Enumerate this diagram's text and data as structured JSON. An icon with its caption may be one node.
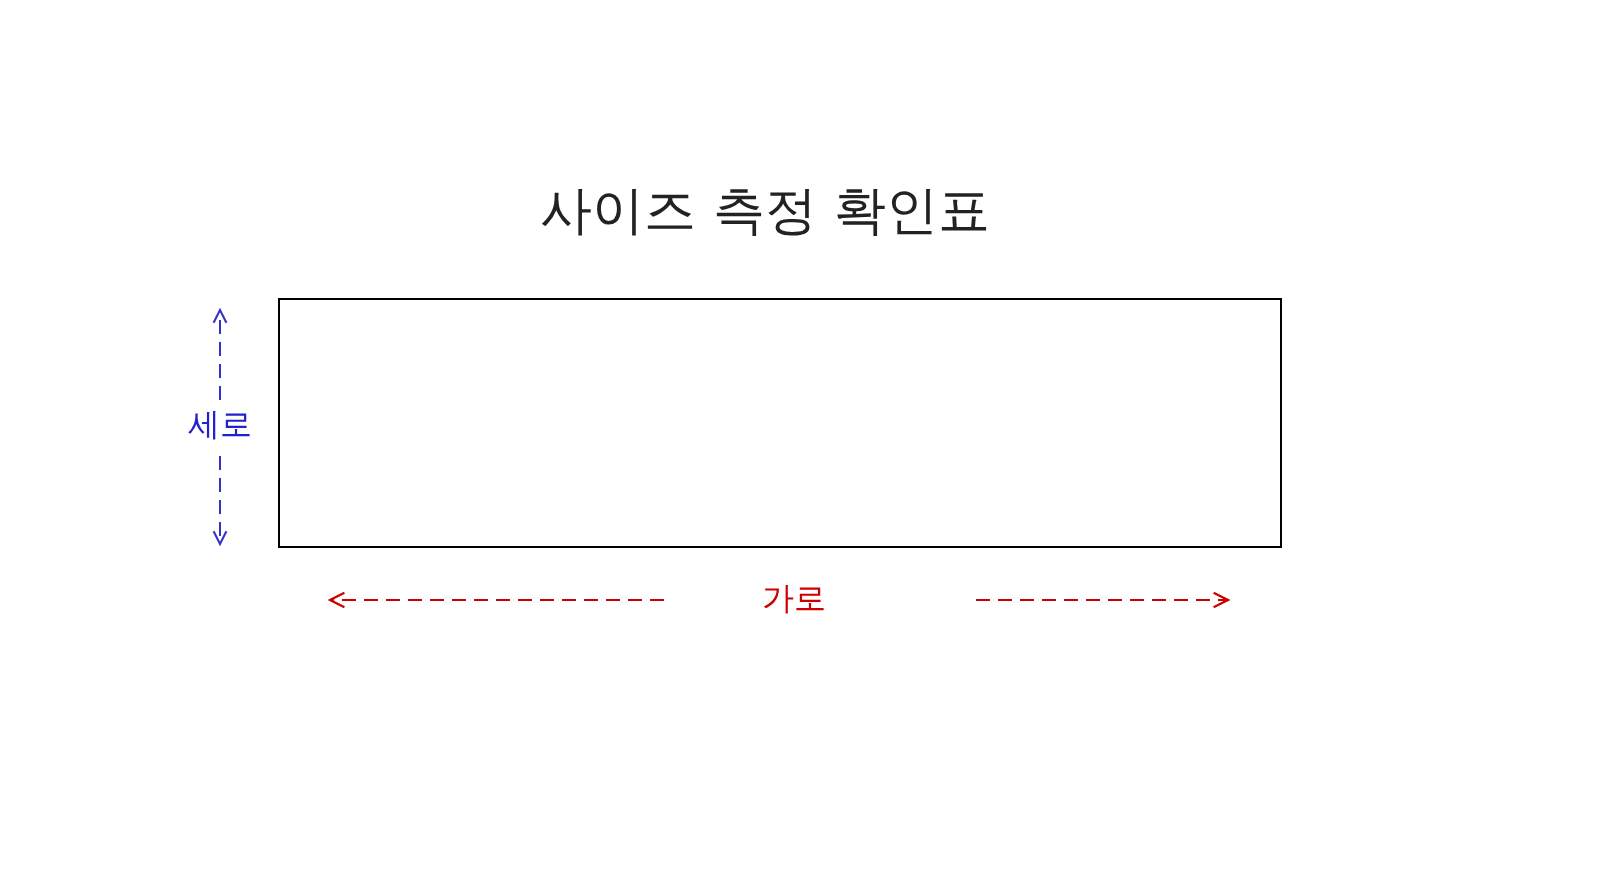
{
  "diagram": {
    "title": "사이즈 측정 확인표",
    "nodes": [
      {
        "text": [],
        "shape": "box"
      }
    ],
    "labels": [
      "세로",
      "가로"
    ]
  }
}
